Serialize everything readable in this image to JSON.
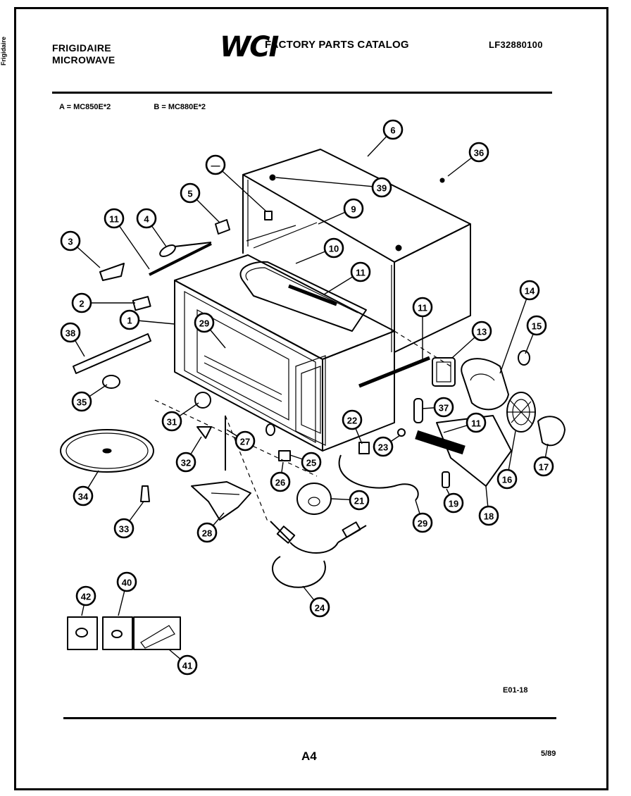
{
  "header": {
    "brand_line1": "FRIGIDAIRE",
    "brand_line2": "MICROWAVE",
    "catalog_logo": "WCI",
    "catalog_title": "FACTORY PARTS CATALOG",
    "catalog_number": "LF32880100"
  },
  "models": {
    "a": "A = MC850E*2",
    "b": "B = MC880E*2"
  },
  "side_mark": "Frigidaire",
  "drawing_code": "E01-18",
  "footer": {
    "page": "A4",
    "date": "5/89"
  },
  "callouts": [
    {
      "label": "6"
    },
    {
      "label": "36"
    },
    {
      "label": "—"
    },
    {
      "label": "39"
    },
    {
      "label": "5"
    },
    {
      "label": "9"
    },
    {
      "label": "11"
    },
    {
      "label": "4"
    },
    {
      "label": "3"
    },
    {
      "label": "10"
    },
    {
      "label": "11"
    },
    {
      "label": "2"
    },
    {
      "label": "1"
    },
    {
      "label": "14"
    },
    {
      "label": "11"
    },
    {
      "label": "15"
    },
    {
      "label": "29"
    },
    {
      "label": "38"
    },
    {
      "label": "13"
    },
    {
      "label": "35"
    },
    {
      "label": "37"
    },
    {
      "label": "31"
    },
    {
      "label": "22"
    },
    {
      "label": "11"
    },
    {
      "label": "27"
    },
    {
      "label": "23"
    },
    {
      "label": "17"
    },
    {
      "label": "32"
    },
    {
      "label": "25"
    },
    {
      "label": "16"
    },
    {
      "label": "34"
    },
    {
      "label": "26"
    },
    {
      "label": "21"
    },
    {
      "label": "19"
    },
    {
      "label": "29"
    },
    {
      "label": "18"
    },
    {
      "label": "33"
    },
    {
      "label": "28"
    },
    {
      "label": "40"
    },
    {
      "label": "24"
    },
    {
      "label": "42"
    },
    {
      "label": "41"
    }
  ]
}
